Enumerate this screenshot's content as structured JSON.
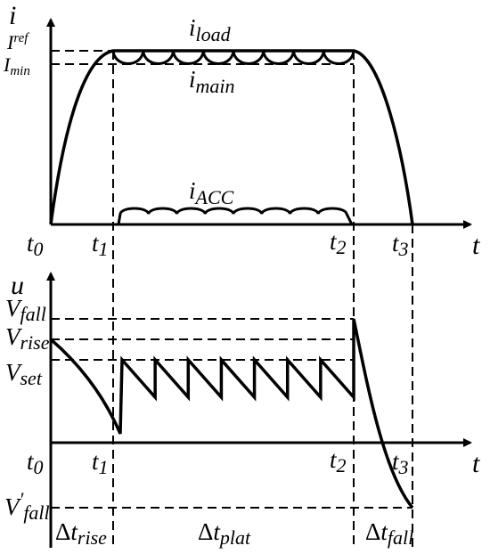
{
  "current_plot": {
    "axis_label": "i",
    "time_axis_label": "t",
    "levels": {
      "ref": "I",
      "ref_sub": "ref",
      "min": "I",
      "min_sub": "min"
    },
    "curves": {
      "load": {
        "name": "i",
        "sub": "load"
      },
      "main": {
        "name": "i",
        "sub": "main"
      },
      "acc": {
        "name": "i",
        "sub": "ACC"
      }
    },
    "time_marks": [
      {
        "name": "t",
        "sub": "0"
      },
      {
        "name": "t",
        "sub": "1"
      },
      {
        "name": "t",
        "sub": "2"
      },
      {
        "name": "t",
        "sub": "3"
      }
    ]
  },
  "voltage_plot": {
    "axis_label": "u",
    "time_axis_label": "t",
    "levels": {
      "fall": {
        "name": "V",
        "sub": "fall"
      },
      "rise": {
        "name": "V",
        "sub": "rise"
      },
      "set": {
        "name": "V",
        "sub": "set"
      },
      "fall_prime": {
        "name": "V",
        "prime": "′",
        "sub": "fall"
      }
    },
    "time_marks": [
      {
        "name": "t",
        "sub": "0"
      },
      {
        "name": "t",
        "sub": "1"
      },
      {
        "name": "t",
        "sub": "2"
      },
      {
        "name": "t",
        "sub": "3"
      }
    ]
  },
  "intervals": {
    "rise": {
      "delta": "Δ",
      "name": "t",
      "sub": "rise"
    },
    "plat": {
      "delta": "Δ",
      "name": "t",
      "sub": "plat"
    },
    "fall": {
      "delta": "Δ",
      "name": "t",
      "sub": "fall"
    }
  },
  "colors": {
    "stroke": "#000000",
    "background": "#ffffff"
  }
}
